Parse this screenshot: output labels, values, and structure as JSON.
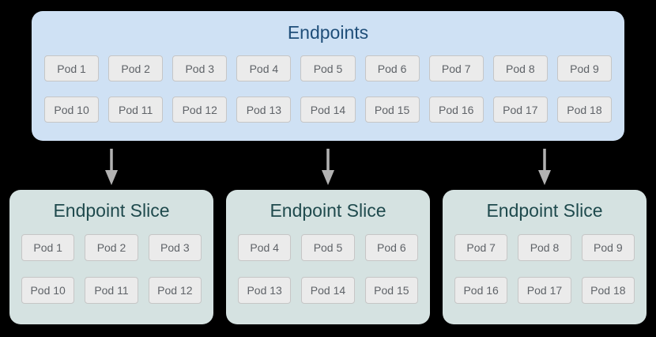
{
  "colors": {
    "page-bg": "#000000",
    "endpoints-bg": "#cfe1f4",
    "endpoints-title": "#1f4e79",
    "slice-bg": "#d5e2e1",
    "slice-title": "#1f4a4d",
    "pod-bg": "#ebebeb",
    "pod-border": "#c6c6c6",
    "pod-text": "#5f6368",
    "arrow": "#b2b2b2"
  },
  "endpoints": {
    "title": "Endpoints",
    "pods": [
      "Pod 1",
      "Pod 2",
      "Pod 3",
      "Pod 4",
      "Pod 5",
      "Pod 6",
      "Pod 7",
      "Pod 8",
      "Pod 9",
      "Pod 10",
      "Pod 11",
      "Pod 12",
      "Pod 13",
      "Pod 14",
      "Pod 15",
      "Pod 16",
      "Pod 17",
      "Pod 18"
    ]
  },
  "arrow_icon": "down-arrow",
  "slices": [
    {
      "title": "Endpoint Slice",
      "pods": [
        "Pod 1",
        "Pod 2",
        "Pod 3",
        "Pod 10",
        "Pod 11",
        "Pod 12"
      ]
    },
    {
      "title": "Endpoint Slice",
      "pods": [
        "Pod 4",
        "Pod 5",
        "Pod 6",
        "Pod 13",
        "Pod 14",
        "Pod 15"
      ]
    },
    {
      "title": "Endpoint Slice",
      "pods": [
        "Pod 7",
        "Pod 8",
        "Pod 9",
        "Pod 16",
        "Pod 17",
        "Pod 18"
      ]
    }
  ]
}
